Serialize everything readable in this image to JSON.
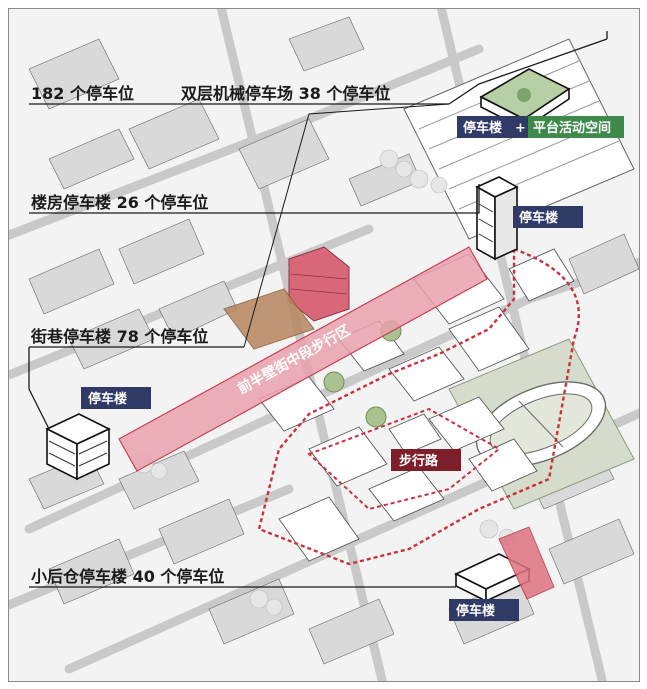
{
  "labels": {
    "lot_182": "182 个停车位",
    "mech_38": "双层机械停车场 38 个停车位",
    "louf_26": "楼房停车楼 26 个停车位",
    "jiexiang_78": "街巷停车楼 78 个停车位",
    "xiaohou_40": "小后仓停车楼 40 个停车位"
  },
  "tags": {
    "garage_platform_a": "停车楼",
    "plus": "+",
    "garage_platform_b": "平台活动空间",
    "garage_tower": "停车楼",
    "garage_left": "停车楼",
    "garage_bottom": "停车楼",
    "pedestrian": "步行路"
  },
  "street_label": "前半壁街中段步行区",
  "colors": {
    "navy": "#2f3a66",
    "green": "#3d8a4a",
    "maroon": "#7d1f2a",
    "pink": "#d9677a",
    "pink_fill": "#e9a0ab",
    "dash": "#c8323c",
    "field": "#d6dccb"
  }
}
